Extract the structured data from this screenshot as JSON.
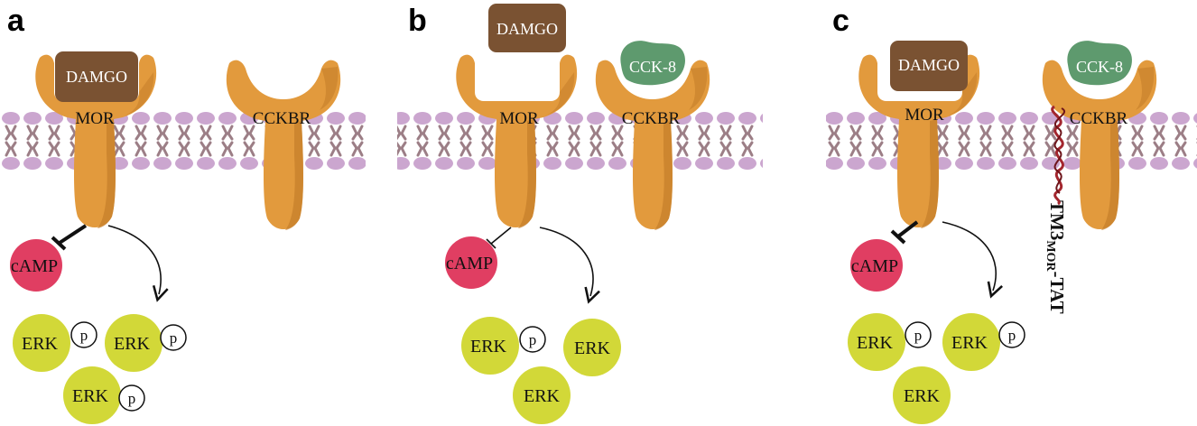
{
  "panels": [
    {
      "letter": "a",
      "mor_label": "MOR",
      "cckbr_label": "CCKBR",
      "damgo_label": "DAMGO",
      "camp_label": "cAMP",
      "erk_label": "ERK",
      "p_label": "p"
    },
    {
      "letter": "b",
      "mor_label": "MOR",
      "cckbr_label": "CCKBR",
      "damgo_label": "DAMGO",
      "cck8_label": "CCK-8",
      "camp_label": "cAMP",
      "erk_label": "ERK",
      "p_label": "p"
    },
    {
      "letter": "c",
      "mor_label": "MOR",
      "cckbr_label": "CCKBR",
      "damgo_label": "DAMGO",
      "cck8_label": "CCK-8",
      "camp_label": "cAMP",
      "erk_label": "ERK",
      "p_label": "p",
      "peptide_label_main": "TM3",
      "peptide_label_sub": "MOR",
      "peptide_label_tail": "-TAT"
    }
  ],
  "colors": {
    "receptor": "#E29A3D",
    "receptor_shade": "#C47E2A",
    "damgo": "#7A5232",
    "cck8": "#5E9A6E",
    "camp": "#E03E62",
    "erk": "#D2D838",
    "membrane_head": "#CBA6CF",
    "membrane_tail": "#9C7E86",
    "peptide": "#A3262E"
  }
}
